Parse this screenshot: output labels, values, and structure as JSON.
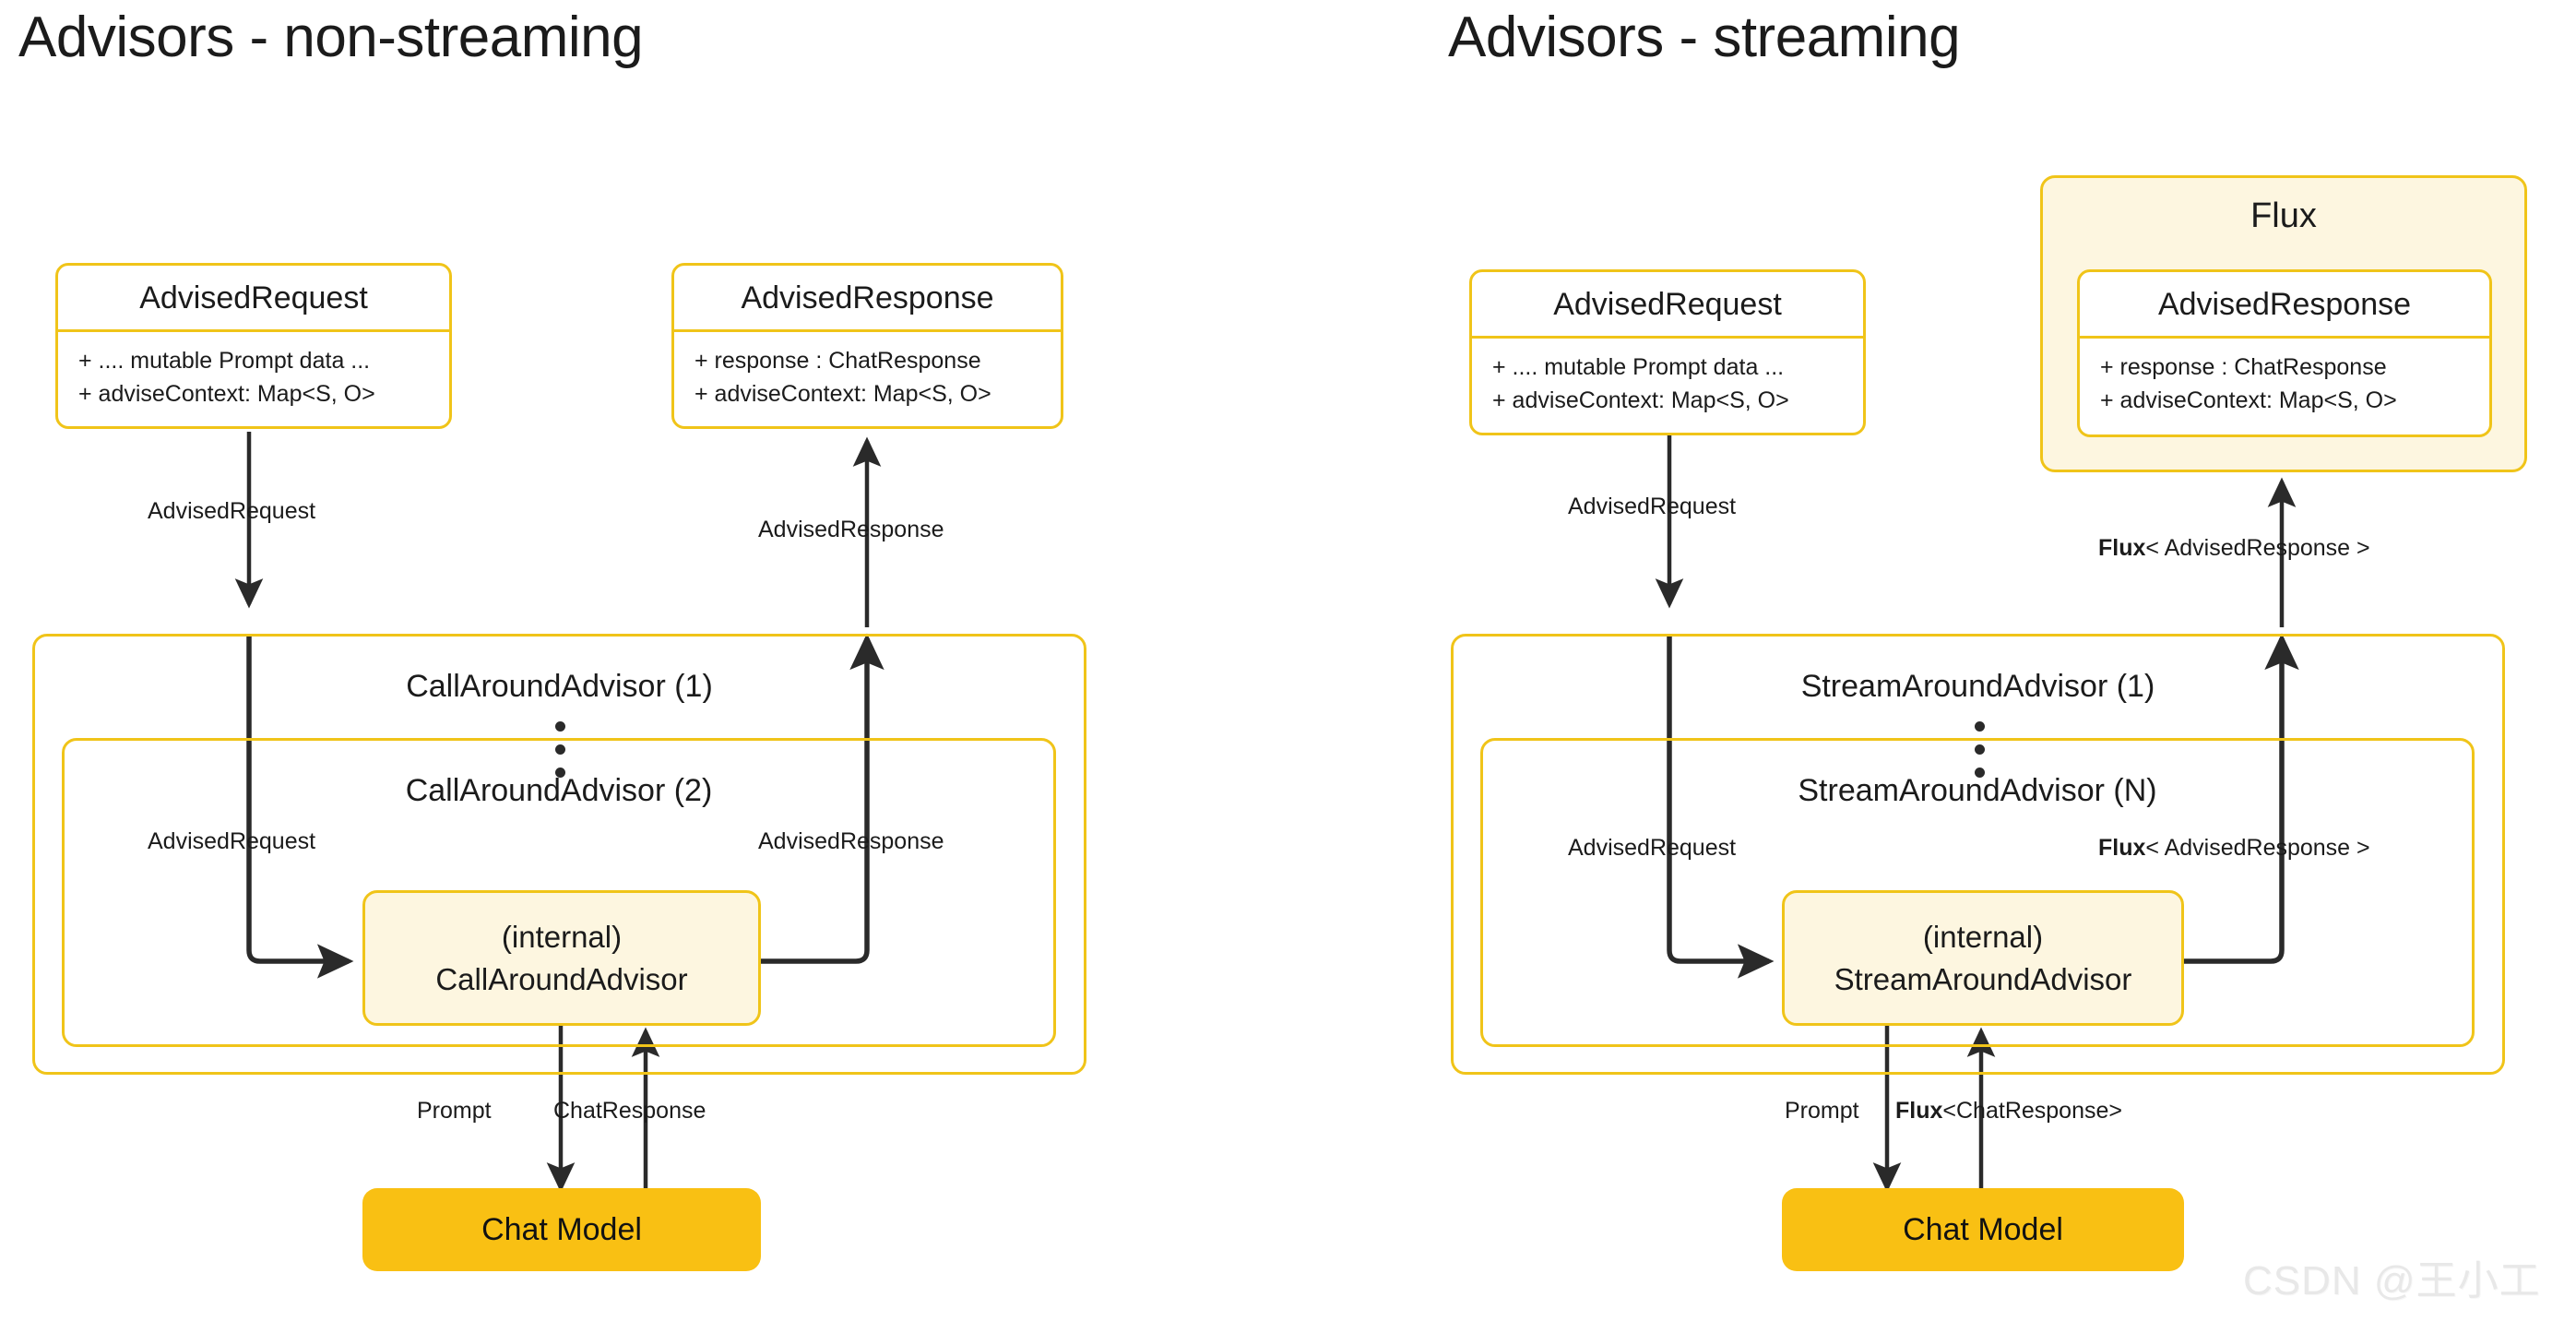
{
  "panels": [
    {
      "title": "Advisors - non-streaming",
      "request_box": {
        "title": "AdvisedRequest",
        "attrs": [
          "+ .... mutable Prompt data ...",
          "+ adviseContext: Map<S, O>"
        ]
      },
      "response_box": {
        "title": "AdvisedResponse",
        "attrs": [
          "+ response : ChatResponse",
          "+ adviseContext: Map<S, O>"
        ]
      },
      "chain_outer_label": "CallAroundAdvisor (1)",
      "chain_inner_label": "CallAroundAdvisor (2)",
      "internal_box": {
        "line1": "(internal)",
        "line2": "CallAroundAdvisor"
      },
      "chat_model_label": "Chat Model",
      "edges": {
        "top_request": "AdvisedRequest",
        "top_response": "AdvisedResponse",
        "inner_request": "AdvisedRequest",
        "inner_response": "AdvisedResponse",
        "down_to_model": "Prompt",
        "up_from_model_plain": "ChatResponse",
        "up_from_model_bold": ""
      }
    },
    {
      "title": "Advisors - streaming",
      "request_box": {
        "title": "AdvisedRequest",
        "attrs": [
          "+ .... mutable Prompt data ...",
          "+ adviseContext: Map<S, O>"
        ]
      },
      "response_box": {
        "title": "AdvisedResponse",
        "attrs": [
          "+ response : ChatResponse",
          "+ adviseContext: Map<S, O>"
        ]
      },
      "flux_wrapper_label": "Flux",
      "chain_outer_label": "StreamAroundAdvisor (1)",
      "chain_inner_label": "StreamAroundAdvisor (N)",
      "internal_box": {
        "line1": "(internal)",
        "line2": "StreamAroundAdvisor"
      },
      "chat_model_label": "Chat Model",
      "edges": {
        "top_request": "AdvisedRequest",
        "top_response_bold": "Flux",
        "top_response_rest": "< AdvisedResponse >",
        "inner_request": "AdvisedRequest",
        "inner_response_bold": "Flux",
        "inner_response_rest": "< AdvisedResponse >",
        "down_to_model": "Prompt",
        "up_from_model_bold": "Flux",
        "up_from_model_rest": "<ChatResponse>"
      }
    }
  ],
  "watermark": "CSDN @王小工",
  "colors": {
    "accent_border": "#f0c419",
    "cream_fill": "#fdf6e0",
    "chat_model_fill": "#f9c013",
    "arrow": "#2a2a2a",
    "text": "#1b1b1b"
  }
}
